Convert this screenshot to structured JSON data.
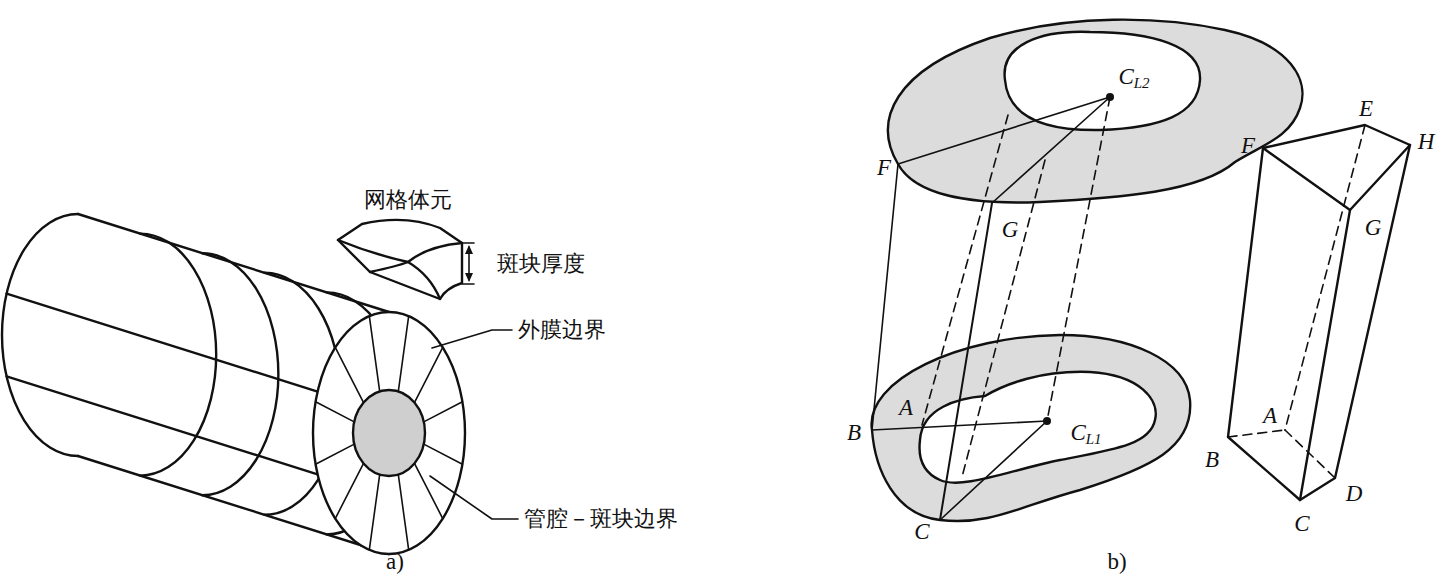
{
  "diagram": {
    "labels": [
      "网格体元",
      "斑块厚度",
      "外膜边界",
      "管腔－斑块边界",
      "a)",
      "b)",
      "CL2",
      "F",
      "G",
      "B",
      "A",
      "CL1",
      "C",
      "F",
      "E",
      "H",
      "G",
      "B",
      "A",
      "D",
      "C"
    ]
  }
}
